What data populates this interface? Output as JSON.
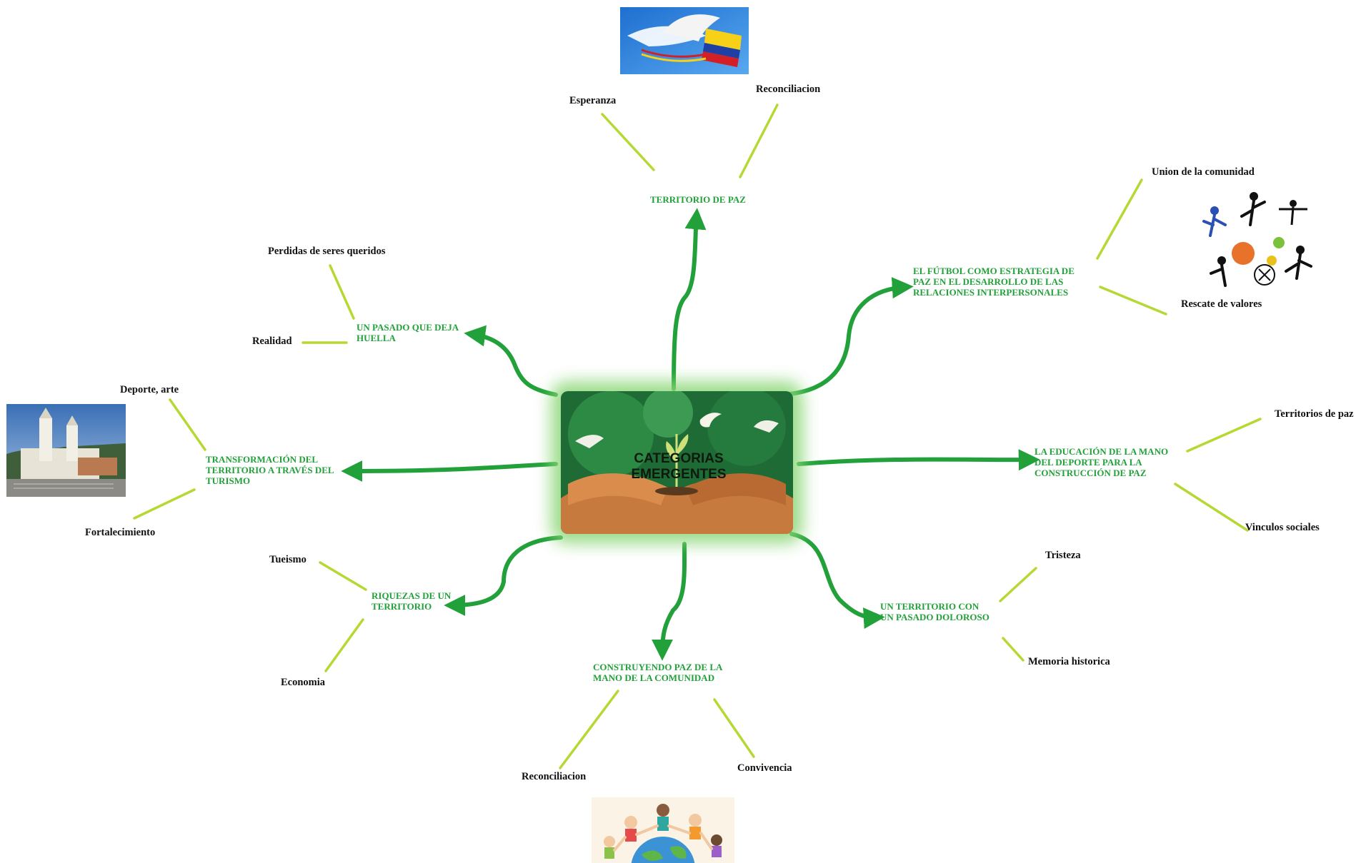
{
  "colors": {
    "branch": "#22a13a",
    "twig": "#b5d932",
    "category_text": "#22a13a",
    "leaf_text": "#111111",
    "center_glow": "#9ed98f"
  },
  "center": {
    "title": "CATEGORIAS EMERGENTES",
    "image": "seedling-in-hands-with-dove"
  },
  "categories": {
    "territorio_paz": {
      "label": "TERRITORIO DE PAZ",
      "children": [
        "Esperanza",
        "Reconciliacion"
      ],
      "image": "peace-dove-with-flag"
    },
    "futbol": {
      "label": "EL FÚTBOL COMO ESTRATEGIA DE PAZ EN EL DESARROLLO DE LAS RELACIONES INTERPERSONALES",
      "children": [
        "Union de la comunidad",
        "Rescate de valores"
      ],
      "image": "sports-figures-collage"
    },
    "educacion": {
      "label": "LA EDUCACIÓN DE LA MANO DEL DEPORTE PARA LA CONSTRUCCIÓN DE PAZ",
      "children": [
        "Territorios de paz",
        "Vinculos sociales"
      ]
    },
    "pasado_doloroso": {
      "label": "UN TERRITORIO CON UN PASADO DOLOROSO",
      "children": [
        "Tristeza",
        "Memoria historica"
      ]
    },
    "construyendo": {
      "label": "CONSTRUYENDO PAZ  DE LA MANO DE LA COMUNIDAD",
      "children": [
        "Reconciliacion",
        "Convivencia"
      ],
      "image": "children-around-globe"
    },
    "riquezas": {
      "label": "RIQUEZAS DE UN TERRITORIO",
      "children": [
        "Tueismo",
        "Economia"
      ]
    },
    "transformacion": {
      "label": "TRANSFORMACIÓN DEL TERRITORIO  A TRAVÉS DEL TURISMO",
      "children": [
        "Deporte, arte",
        "Fortalecimiento"
      ],
      "image": "town-church-photo"
    },
    "pasado_huella": {
      "label": "UN PASADO QUE DEJA HUELLA",
      "children": [
        "Perdidas de seres queridos",
        "Realidad"
      ]
    }
  }
}
